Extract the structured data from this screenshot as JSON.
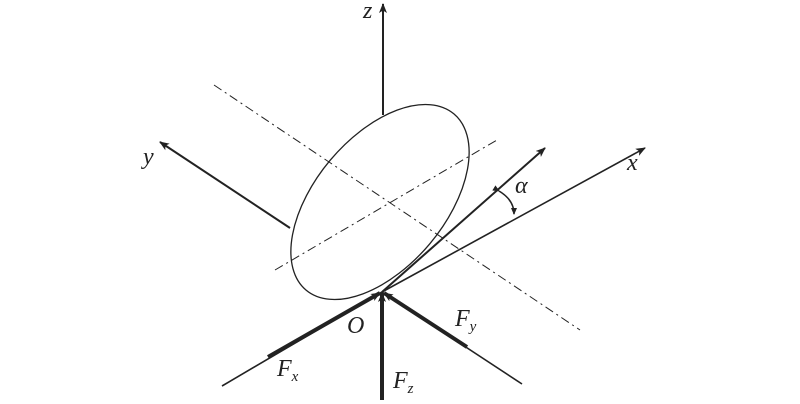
{
  "labels": {
    "z": "z",
    "y": "y",
    "x": "x",
    "alpha": "α",
    "origin": "O",
    "fx_main": "F",
    "fx_sub": "x",
    "fy_main": "F",
    "fy_sub": "y",
    "fz_main": "F",
    "fz_sub": "z"
  },
  "colors": {
    "stroke": "#222222"
  }
}
